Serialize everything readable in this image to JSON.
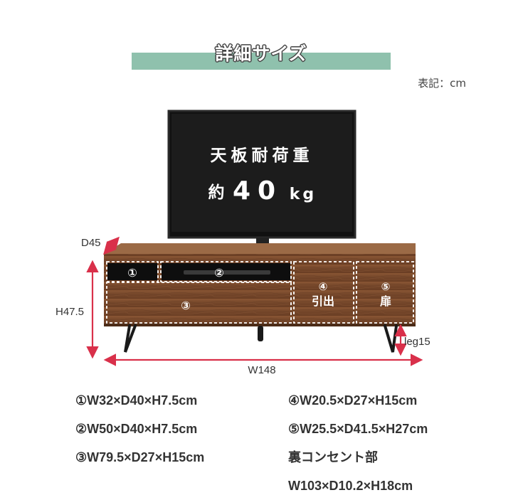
{
  "title": "詳細サイズ",
  "unit_note": "表記：cm",
  "tv": {
    "line1": "天板耐荷重",
    "line2_prefix": "約",
    "line2_value": "40",
    "line2_unit": "kg"
  },
  "dimensions": {
    "depth": "D45",
    "height": "H47.5",
    "width": "W148",
    "leg": "leg15"
  },
  "compartments": {
    "c1": "①",
    "c2": "②",
    "c3": "③",
    "c4_num": "④",
    "c4_label": "引出",
    "c5_num": "⑤",
    "c5_label": "扉"
  },
  "specs_left": [
    "①W32×D40×H7.5cm",
    "②W50×D40×H7.5cm",
    "③W79.5×D27×H15cm"
  ],
  "specs_right": [
    "④W20.5×D27×H15cm",
    "⑤W25.5×D41.5×H27cm",
    "裏コンセント部",
    "W103×D10.2×H18cm"
  ],
  "colors": {
    "accent": "#8fc1ad",
    "dimension_arrow": "#d9304a",
    "wood": "#7a4a2a",
    "tv": "#1a1a1a"
  }
}
